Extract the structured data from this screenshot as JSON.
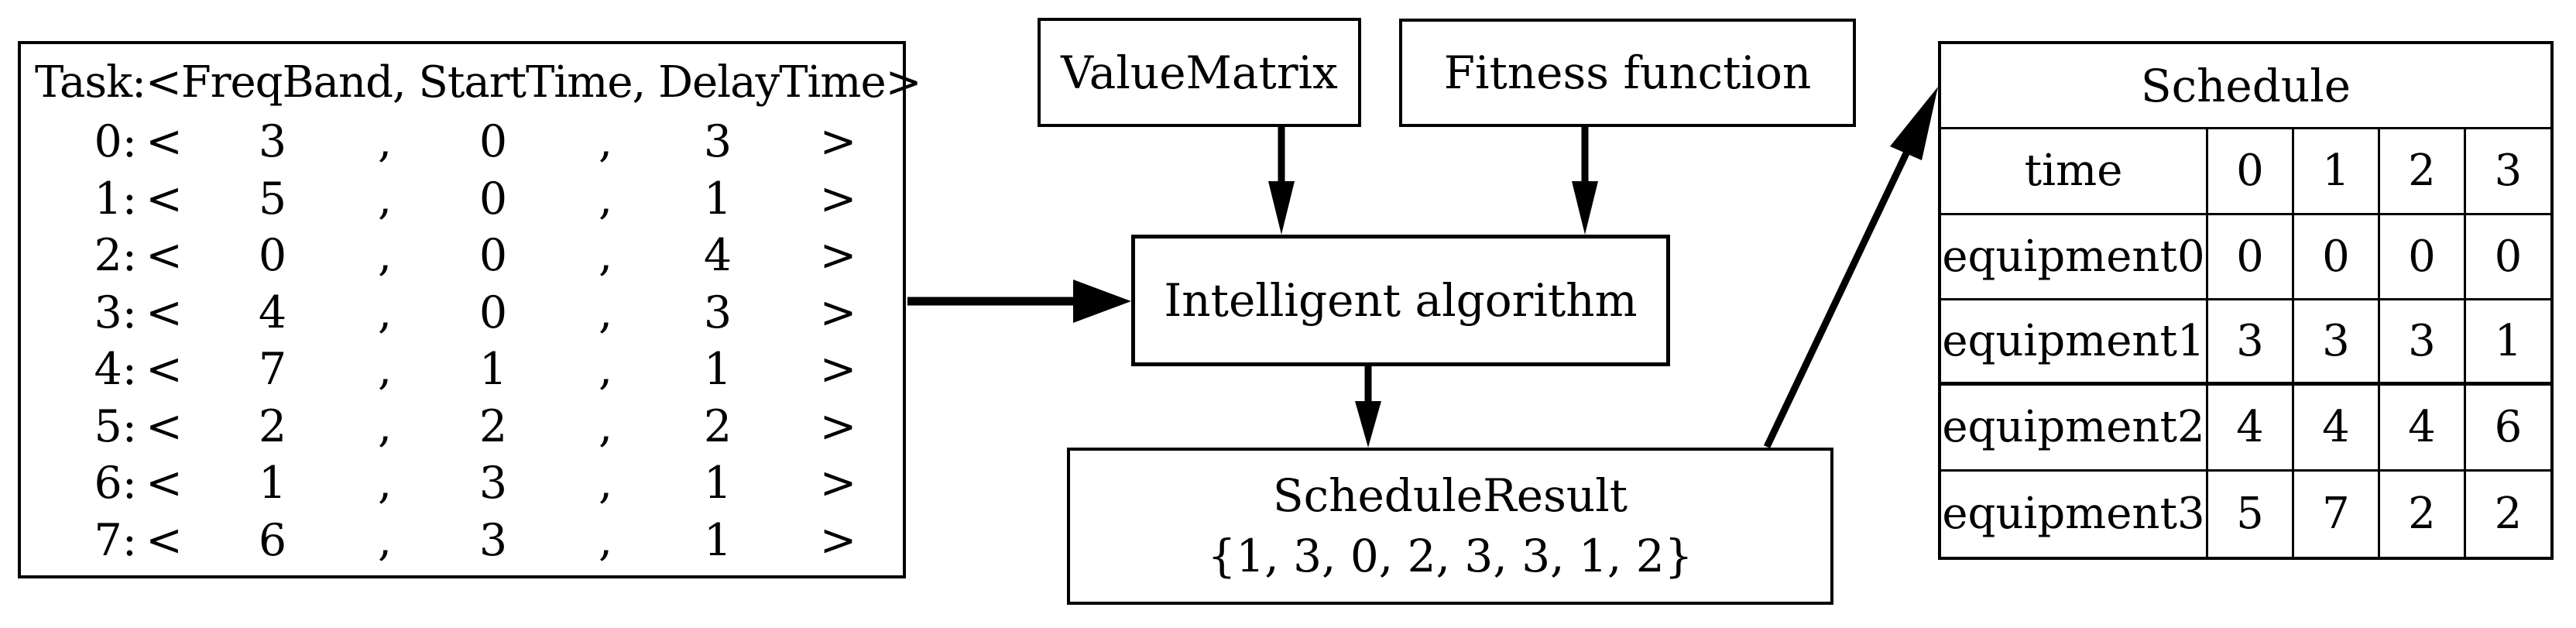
{
  "task_list": {
    "header": "Task:<FreqBand, StartTime, DelayTime>",
    "lt": "<",
    "gt": ">",
    "comma": ",",
    "rows": [
      {
        "label": "0:",
        "freq": "3",
        "start": "0",
        "delay": "3"
      },
      {
        "label": "1:",
        "freq": "5",
        "start": "0",
        "delay": "1"
      },
      {
        "label": "2:",
        "freq": "0",
        "start": "0",
        "delay": "4"
      },
      {
        "label": "3:",
        "freq": "4",
        "start": "0",
        "delay": "3"
      },
      {
        "label": "4:",
        "freq": "7",
        "start": "1",
        "delay": "1"
      },
      {
        "label": "5:",
        "freq": "2",
        "start": "2",
        "delay": "2"
      },
      {
        "label": "6:",
        "freq": "1",
        "start": "3",
        "delay": "1"
      },
      {
        "label": "7:",
        "freq": "6",
        "start": "3",
        "delay": "1"
      }
    ]
  },
  "flow": {
    "value_matrix": "ValueMatrix",
    "fitness_function": "Fitness function",
    "intelligent_algorithm": "Intelligent algorithm",
    "schedule_result_title": "ScheduleResult",
    "schedule_result_values": "{1, 3, 0, 2, 3, 3, 1, 2}"
  },
  "schedule_table": {
    "title": "Schedule",
    "time_label": "time",
    "time_values": [
      "0",
      "1",
      "2",
      "3"
    ],
    "rows": [
      {
        "label": "equipment0",
        "values": [
          "0",
          "0",
          "0",
          "0"
        ]
      },
      {
        "label": "equipment1",
        "values": [
          "3",
          "3",
          "3",
          "1"
        ]
      },
      {
        "label": "equipment2",
        "values": [
          "4",
          "4",
          "4",
          "6"
        ]
      },
      {
        "label": "equipment3",
        "values": [
          "5",
          "7",
          "2",
          "2"
        ]
      }
    ]
  },
  "colors": {
    "line": "#000000",
    "background": "#ffffff"
  }
}
